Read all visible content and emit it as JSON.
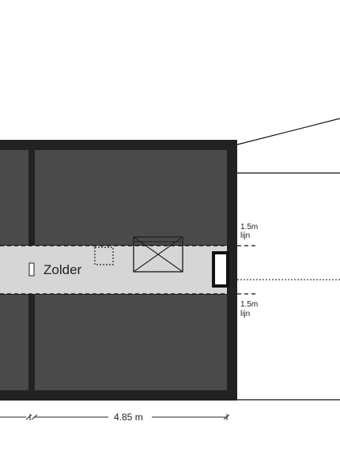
{
  "room": {
    "name": "Zolder"
  },
  "height_line": {
    "upper": [
      "1.5m",
      "lijn"
    ],
    "lower": [
      "1.5m",
      "lijn"
    ]
  },
  "dimension": {
    "width": "4.85 m"
  },
  "colors": {
    "wall": "#222222",
    "roof": "#4a4a4a",
    "floor": "#d6d6d6",
    "line": "#111111"
  }
}
